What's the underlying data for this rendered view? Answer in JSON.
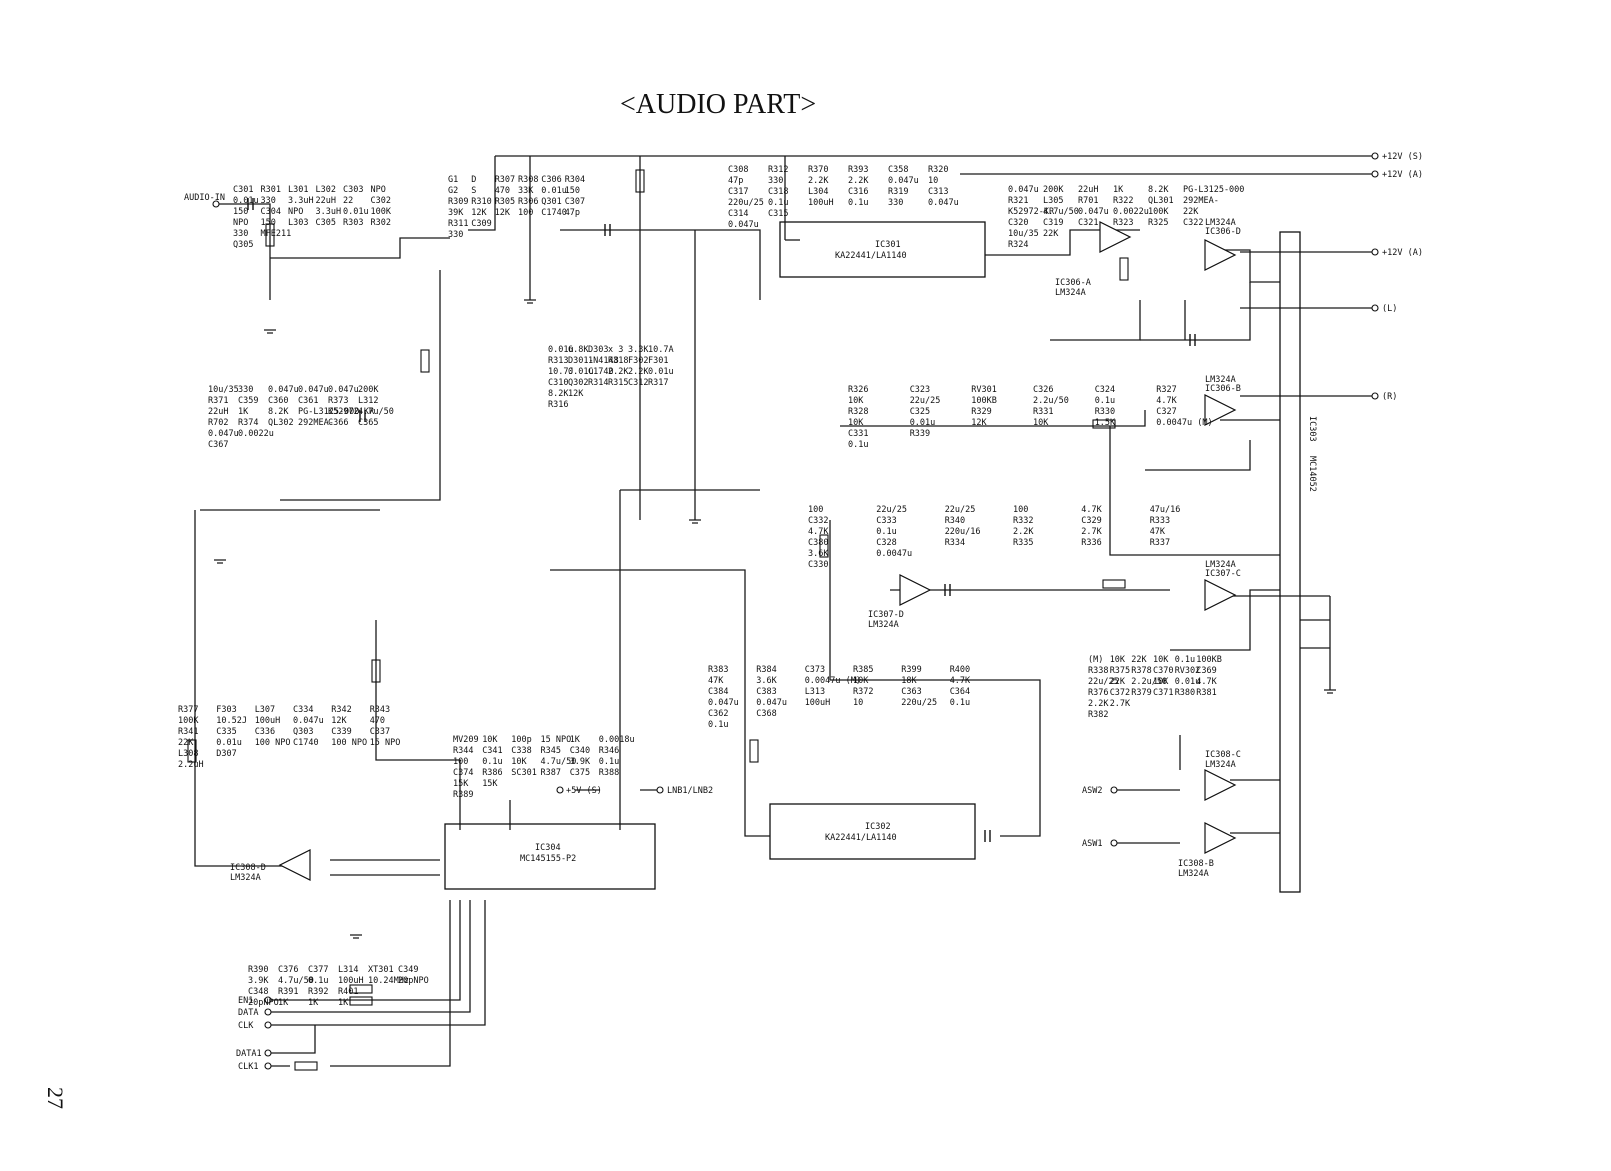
{
  "title": "<AUDIO PART>",
  "page_number": "27",
  "ics": [
    {
      "ref": "IC301",
      "part": "KA22441/LA1140"
    },
    {
      "ref": "IC302",
      "part": "KA22441/LA1140"
    },
    {
      "ref": "IC304",
      "part": "MC145155-P2"
    },
    {
      "ref": "IC303",
      "part": "MC14052"
    }
  ],
  "opamps": [
    {
      "ref": "IC306-A",
      "part": "LM324A"
    },
    {
      "ref": "IC306-D",
      "part": "LM324A"
    },
    {
      "ref": "IC306-B",
      "part": "LM324A"
    },
    {
      "ref": "IC307-C",
      "part": "LM324A"
    },
    {
      "ref": "IC307-D",
      "part": "LM324A"
    },
    {
      "ref": "IC308-C",
      "part": "LM324A"
    },
    {
      "ref": "IC308-B",
      "part": "LM324A"
    },
    {
      "ref": "IC308-D",
      "part": "LM324A"
    }
  ],
  "terminals": {
    "audio_in": "AUDIO-IN",
    "v12s": "+12V (S)",
    "v12a": "+12V (A)",
    "v12a_out": "+12V (A)",
    "out_l": "(L)",
    "out_r": "(R)",
    "lnb": "LNB1/LNB2",
    "v5s": "+5V (S)",
    "asw2": "ASW2",
    "asw1": "ASW1",
    "en1": "EN1",
    "data": "DATA",
    "clk": "CLK",
    "data1": "DATA1",
    "clk1": "CLK1"
  },
  "labels": [
    "C301",
    "0.01u",
    "R301",
    "330",
    "L301",
    "3.3uH",
    "L302",
    "22uH",
    "C303",
    "22",
    "NPO",
    "C302",
    "150",
    "NPO",
    "C304",
    "150",
    "NPO",
    "L303",
    "3.3uH",
    "C305",
    "0.01u",
    "R303",
    "100K",
    "R302",
    "330",
    "Q305",
    "MFE211",
    "G1",
    "G2",
    "D",
    "S",
    "R307",
    "470",
    "R308",
    "33K",
    "C306",
    "0.01u",
    "R304",
    "150",
    "R309",
    "39K",
    "R310",
    "12K",
    "R305",
    "12K",
    "R306",
    "100",
    "Q301",
    "C1740",
    "C307",
    "47p",
    "R311",
    "330",
    "C309",
    "0.01u",
    "R313",
    "6.8K",
    "D301-",
    "D303",
    "1N4148",
    "x 3",
    "R318",
    "3.3K",
    "F302",
    "10.7A",
    "F301",
    "10.7J",
    "C310",
    "0.01u",
    "Q302",
    "C1740",
    "R314",
    "2.2K",
    "R315",
    "2.2K",
    "C312",
    "0.01u",
    "R317",
    "8.2K",
    "R316",
    "12K",
    "C308",
    "47p",
    "R312",
    "330",
    "R370",
    "2.2K",
    "R393",
    "2.2K",
    "C358",
    "0.047u",
    "R320",
    "10",
    "C317",
    "220u/25",
    "C318",
    "0.1u",
    "L304",
    "100uH",
    "C316",
    "0.1u",
    "R319",
    "330",
    "C313",
    "0.047u",
    "C314",
    "0.047u",
    "C315",
    "0.047u",
    "R321",
    "200K",
    "L305",
    "22uH",
    "R701",
    "1K",
    "R322",
    "8.2K",
    "QL301",
    "PG-L3125-000",
    "292MEA-",
    "K52972-KR",
    "C320",
    "4.7u/50",
    "C319",
    "0.047u",
    "C321",
    "0.0022u",
    "R323",
    "100K",
    "R325",
    "22K",
    "C322",
    "10u/35",
    "R324",
    "22K",
    "R326",
    "10K",
    "C323",
    "22u/25",
    "RV301",
    "100KB",
    "C326",
    "2.2u/50",
    "C324",
    "0.1u",
    "R327",
    "4.7K",
    "R328",
    "10K",
    "C325",
    "0.01u",
    "R329",
    "12K",
    "R331",
    "10K",
    "R330",
    "1.5K",
    "C327",
    "0.0047u (M)",
    "C331",
    "0.1u",
    "R339",
    "100",
    "C332",
    "22u/25",
    "C333",
    "22u/25",
    "R340",
    "100",
    "R332",
    "4.7K",
    "C329",
    "47u/16",
    "R333",
    "4.7K",
    "C380",
    "0.1u",
    "C328",
    "220u/16",
    "R334",
    "2.2K",
    "R335",
    "2.7K",
    "R336",
    "47K",
    "R337",
    "3.6K",
    "C330",
    "0.0047u",
    "(M)",
    "R338",
    "10K",
    "R375",
    "22K",
    "R378",
    "10K",
    "C370",
    "0.1u",
    "RV302",
    "100KB",
    "C369",
    "22u/25",
    "R376",
    "22K",
    "C372",
    "2.2u/50",
    "R379",
    "10K",
    "C371",
    "0.01u",
    "R380",
    "4.7K",
    "R381",
    "2.2K",
    "R382",
    "2.7K",
    "R383",
    "47K",
    "R384",
    "3.6K",
    "C373",
    "0.0047u (M)",
    "R385",
    "10K",
    "R399",
    "18K",
    "R400",
    "4.7K",
    "C384",
    "0.047u",
    "C383",
    "0.047u",
    "L313",
    "100uH",
    "R372",
    "10",
    "C363",
    "220u/25",
    "C364",
    "0.1u",
    "C362",
    "0.1u",
    "C368",
    "10u/35",
    "R371",
    "330",
    "C359",
    "0.047u",
    "C360",
    "0.047u",
    "C361",
    "0.047u",
    "R373",
    "200K",
    "L312",
    "22uH",
    "R702",
    "1K",
    "R374",
    "8.2K",
    "QL302",
    "PG-L3125-000",
    "292MEA-",
    "K52972-KR",
    "C366",
    "4.7u/50",
    "C365",
    "0.047u",
    "C367",
    "0.0022u",
    "R377",
    "100K",
    "F303",
    "10.52J",
    "L307",
    "100uH",
    "C334",
    "0.047u",
    "R342",
    "12K",
    "R343",
    "470",
    "R341",
    "22K",
    "C335",
    "0.01u",
    "C336",
    "100 NPO",
    "Q303",
    "C1740",
    "C339",
    "100 NPO",
    "C337",
    "15 NPO",
    "L308",
    "2.2uH",
    "D307",
    "MV209",
    "R344",
    "10K",
    "C341",
    "100p",
    "C338",
    "15 NPO",
    "R345",
    "1K",
    "C340",
    "0.0018u",
    "R346",
    "100",
    "C374",
    "0.1u",
    "R386",
    "10K",
    "SC301",
    "4.7u/50",
    "R387",
    "3.9K",
    "C375",
    "0.1u",
    "R388",
    "15K",
    "R389",
    "15K",
    "R390",
    "3.9K",
    "C376",
    "4.7u/50",
    "C377",
    "0.1u",
    "L314",
    "100uH",
    "XT301",
    "10.24MHz",
    "C349",
    "20pNPO",
    "C348",
    "20pNPO",
    "R391",
    "1K",
    "R392",
    "1K",
    "R401",
    "1K"
  ]
}
